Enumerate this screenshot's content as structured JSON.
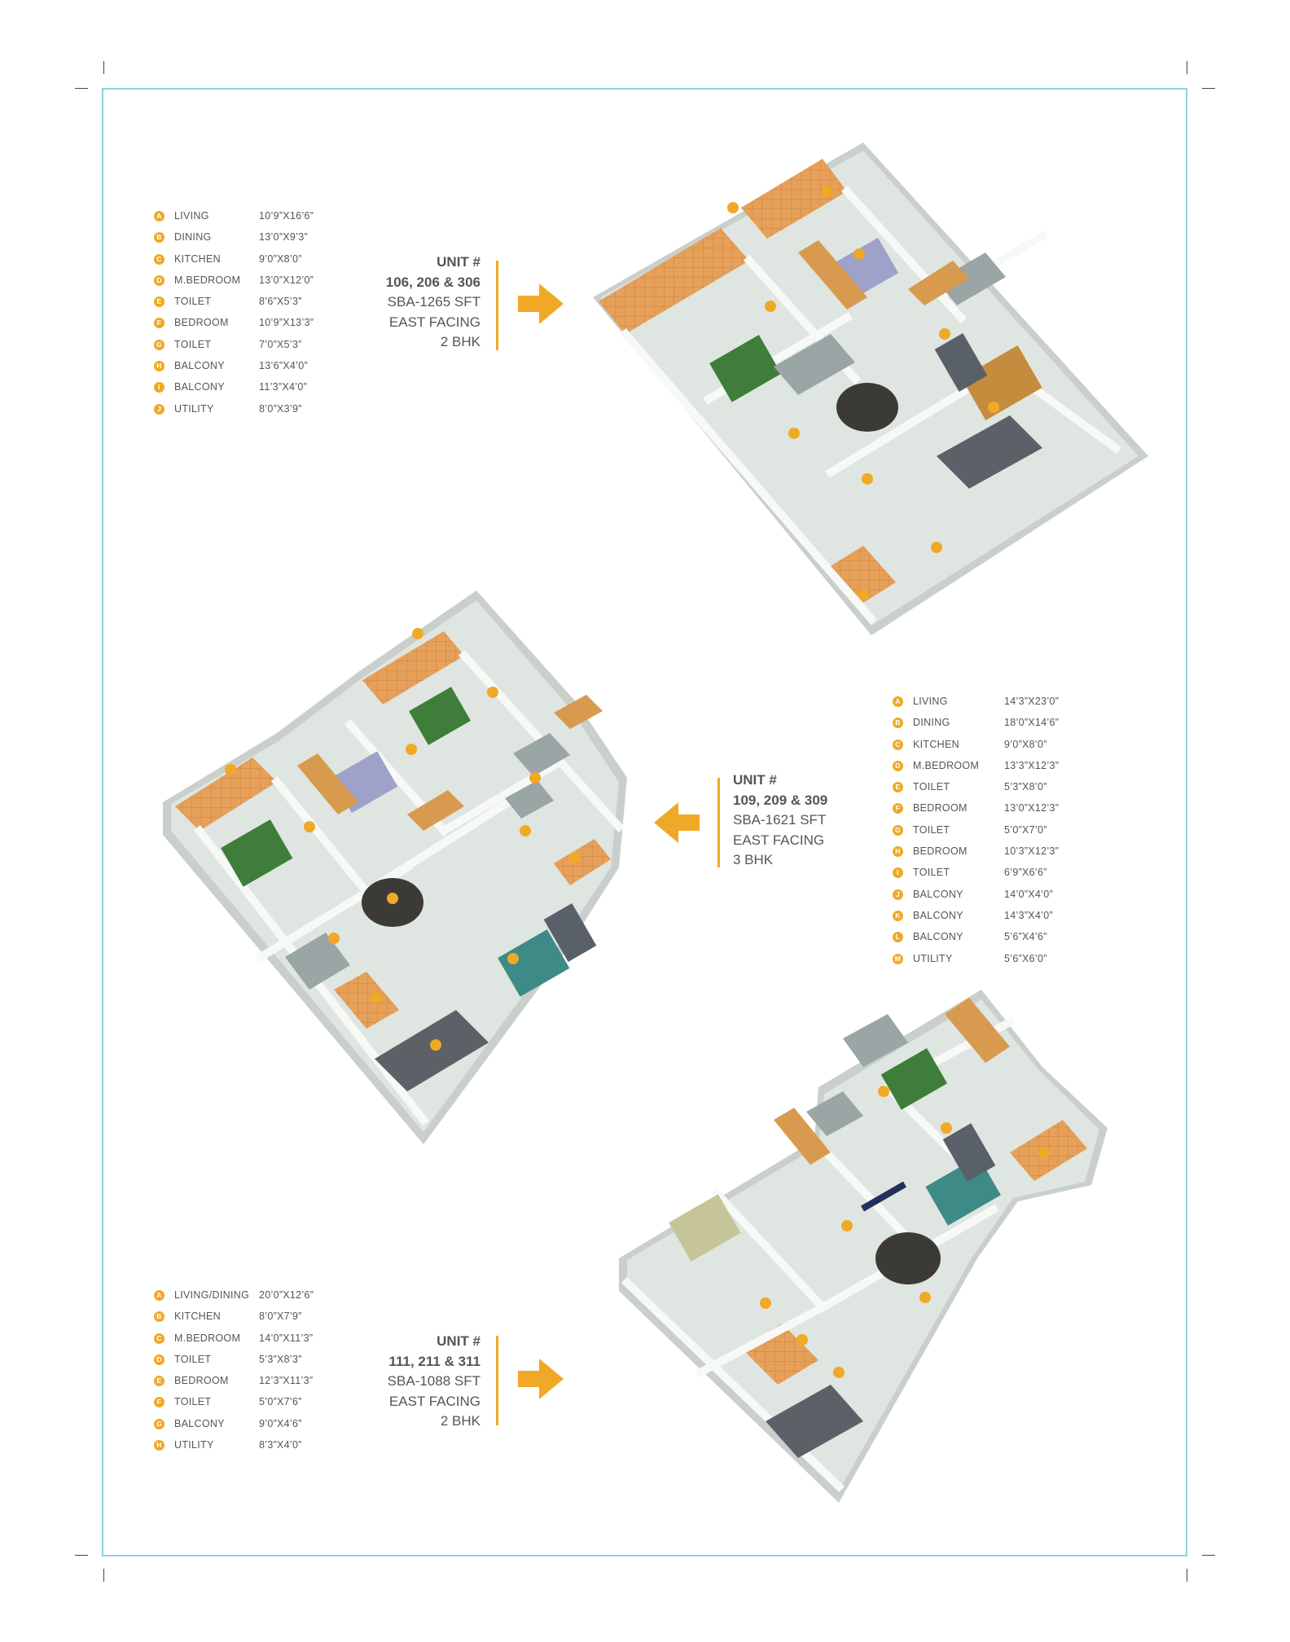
{
  "plans": [
    {
      "id": "plan1",
      "unit": {
        "heading": "UNIT #",
        "numbers": "106, 206 & 306",
        "sba": "SBA-1265 SFT",
        "facing": "EAST FACING",
        "type": "2 BHK"
      },
      "rooms": [
        {
          "letter": "A",
          "name": "LIVING",
          "size": "10’9”X16’6”"
        },
        {
          "letter": "B",
          "name": "DINING",
          "size": "13’0”X9’3”"
        },
        {
          "letter": "C",
          "name": "KITCHEN",
          "size": "9’0”X8’0”"
        },
        {
          "letter": "D",
          "name": "M.BEDROOM",
          "size": "13’0”X12’0”"
        },
        {
          "letter": "E",
          "name": "TOILET",
          "size": "8’6”X5’3”"
        },
        {
          "letter": "F",
          "name": "BEDROOM",
          "size": "10’9”X13’3”"
        },
        {
          "letter": "G",
          "name": "TOILET",
          "size": "7’0”X5’3”"
        },
        {
          "letter": "H",
          "name": "BALCONY",
          "size": "13’6”X4’0”"
        },
        {
          "letter": "I",
          "name": "BALCONY",
          "size": "11’3”X4’0”"
        },
        {
          "letter": "J",
          "name": "UTILITY",
          "size": "8’0”X3’9”"
        }
      ]
    },
    {
      "id": "plan2",
      "unit": {
        "heading": "UNIT #",
        "numbers": "109, 209 & 309",
        "sba": "SBA-1621 SFT",
        "facing": "EAST FACING",
        "type": "3 BHK"
      },
      "rooms": [
        {
          "letter": "A",
          "name": "LIVING",
          "size": "14’3”X23’0”"
        },
        {
          "letter": "B",
          "name": "DINING",
          "size": "18’0”X14’6”"
        },
        {
          "letter": "C",
          "name": "KITCHEN",
          "size": "9’0”X8’0”"
        },
        {
          "letter": "D",
          "name": "M.BEDROOM",
          "size": "13’3”X12’3”"
        },
        {
          "letter": "E",
          "name": "TOILET",
          "size": "5’3”X8’0”"
        },
        {
          "letter": "F",
          "name": "BEDROOM",
          "size": "13’0”X12’3”"
        },
        {
          "letter": "G",
          "name": "TOILET",
          "size": "5’0”X7’0”"
        },
        {
          "letter": "H",
          "name": "BEDROOM",
          "size": "10’3”X12’3”"
        },
        {
          "letter": "I",
          "name": "TOILET",
          "size": "6’9”X6’6”"
        },
        {
          "letter": "J",
          "name": "BALCONY",
          "size": "14’0”X4’0”"
        },
        {
          "letter": "K",
          "name": "BALCONY",
          "size": "14’3”X4’0”"
        },
        {
          "letter": "L",
          "name": "BALCONY",
          "size": "5’6”X4’6”"
        },
        {
          "letter": "M",
          "name": "UTILITY",
          "size": "5’6”X6’0”"
        }
      ]
    },
    {
      "id": "plan3",
      "unit": {
        "heading": "UNIT #",
        "numbers": "111, 211 & 311",
        "sba": "SBA-1088 SFT",
        "facing": "EAST FACING",
        "type": "2 BHK"
      },
      "rooms": [
        {
          "letter": "A",
          "name": "LIVING/DINING",
          "size": "20’0”X12’6”"
        },
        {
          "letter": "B",
          "name": "KITCHEN",
          "size": "8’0”X7’9”"
        },
        {
          "letter": "C",
          "name": "M.BEDROOM",
          "size": "14’0”X11’3”"
        },
        {
          "letter": "D",
          "name": "TOILET",
          "size": "5’3”X8’3”"
        },
        {
          "letter": "E",
          "name": "BEDROOM",
          "size": "12’3”X11’3”"
        },
        {
          "letter": "F",
          "name": "TOILET",
          "size": "5’0”X7’6”"
        },
        {
          "letter": "G",
          "name": "BALCONY",
          "size": "9’0”X4’6”"
        },
        {
          "letter": "H",
          "name": "UTILITY",
          "size": "8’3”X4’0”"
        }
      ]
    }
  ],
  "colors": {
    "accent": "#f0a926",
    "frame": "#8fd0e0",
    "floor": "#dfe5e0",
    "wall": "#f7f9f7",
    "wood": "#d89a4e"
  },
  "icons": [
    "arrow-right-icon",
    "arrow-left-icon"
  ]
}
